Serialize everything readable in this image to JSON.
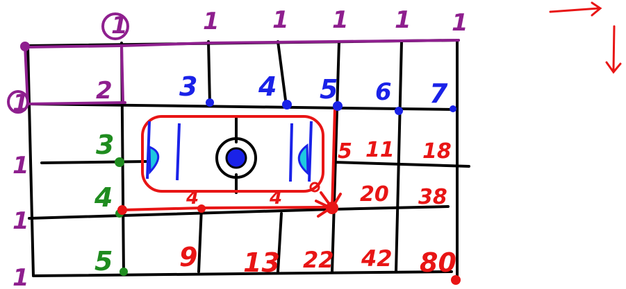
{
  "colors": {
    "grid": "#000000",
    "border": "#8e1f8e",
    "blue": "#1a22e8",
    "green": "#1f8c1f",
    "red": "#e81515",
    "cyan": "#1ec8e0"
  },
  "labels": {
    "top_border": [
      "1",
      "1",
      "1",
      "1",
      "1",
      "1"
    ],
    "left_border": [
      "1",
      "1",
      "1",
      "1"
    ],
    "row1": [
      "2",
      "3",
      "4",
      "5",
      "6",
      "7"
    ],
    "col1": [
      "3",
      "4",
      "5"
    ],
    "row2_right": [
      "5",
      "11",
      "18"
    ],
    "row3_right": [
      "20",
      "38"
    ],
    "row3_left_path": [
      "4",
      "4"
    ],
    "row4": [
      "9",
      "13",
      "22",
      "42",
      "80"
    ]
  },
  "arrows": {
    "right": "right-arrow",
    "down": "down-arrow"
  }
}
